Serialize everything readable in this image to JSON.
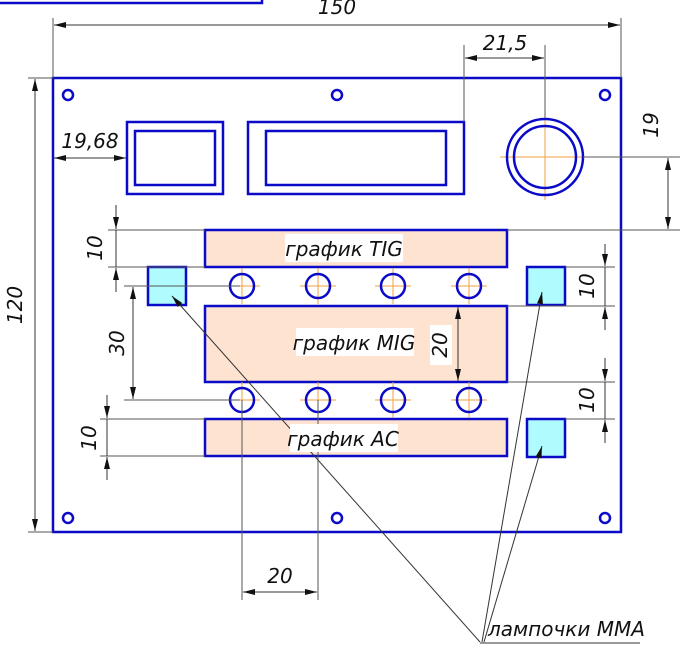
{
  "drawing": {
    "title": "Front panel layout",
    "dimensions": {
      "overall_width": "150",
      "overall_height": "120",
      "display_offset_left": "19,68",
      "knob_offset_right": "21,5",
      "knob_offset_top": "19",
      "bar_height_top": "10",
      "row_spacing": "30",
      "bar_height_bottom": "10",
      "mig_bar_height": "20",
      "gap_right_upper": "10",
      "gap_right_lower": "10",
      "button_pitch": "20"
    },
    "bars": [
      {
        "id": "tig",
        "label": "график TIG"
      },
      {
        "id": "mig",
        "label": "график MIG"
      },
      {
        "id": "ac",
        "label": "график AC"
      }
    ],
    "callout": {
      "label": "лампочки MMA"
    },
    "components": {
      "small_display": "display-small",
      "large_display": "display-large",
      "knob": "rotary-knob",
      "buttons_per_row": 4,
      "button_rows": 2,
      "lamps": 3,
      "mounting_holes": 6
    }
  }
}
